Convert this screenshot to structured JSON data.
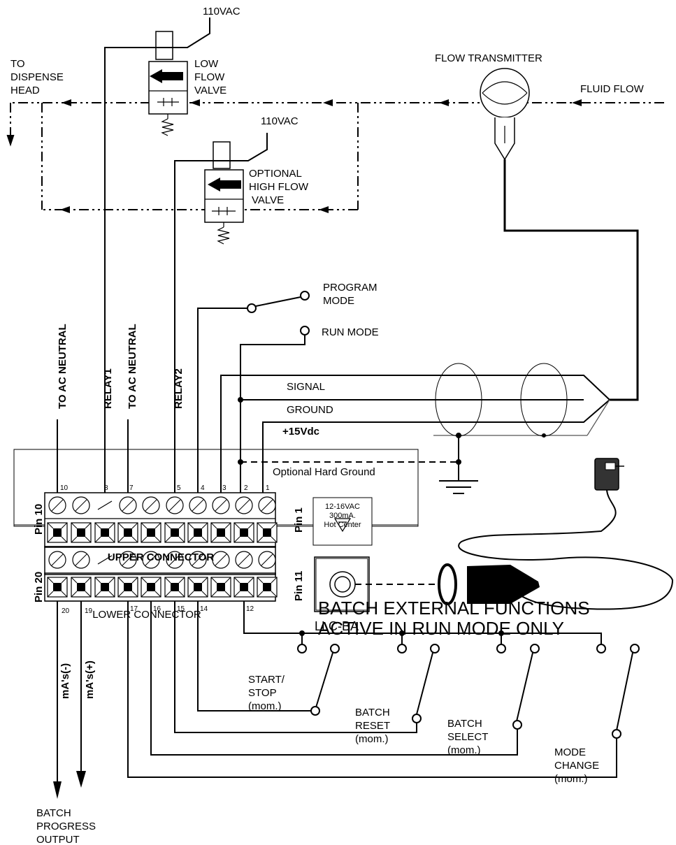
{
  "supply": {
    "top": "110VAC",
    "mid": "110VAC"
  },
  "dispense": {
    "l1": "TO",
    "l2": "DISPENSE",
    "l3": "HEAD"
  },
  "low_valve": {
    "l1": "LOW",
    "l2": "FLOW",
    "l3": "VALVE"
  },
  "high_valve": {
    "l1": "OPTIONAL",
    "l2": "HIGH FLOW",
    "l3": "VALVE"
  },
  "flow_transmitter": "FLOW TRANSMITTER",
  "fluid_flow": "FLUID FLOW",
  "program_mode": {
    "l1": "PROGRAM",
    "l2": "MODE"
  },
  "run_mode": "RUN MODE",
  "vertical_labels": {
    "neutral_a": "TO AC NEUTRAL",
    "relay1": "RELAY1",
    "neutral_b": "TO AC NEUTRAL",
    "relay2": "RELAY2",
    "ma_minus": "mA's(-)",
    "ma_plus": "mA's(+)"
  },
  "cable": {
    "signal": "SIGNAL",
    "ground": "GROUND",
    "power": "+15Vdc"
  },
  "optional_ground": "Optional  Hard Ground",
  "upper_pins": [
    "10",
    "8",
    "7",
    "5",
    "4",
    "3",
    "2",
    "1"
  ],
  "lower_pins": [
    "20",
    "19",
    "17",
    "16",
    "15",
    "14",
    "12"
  ],
  "pin_labels": {
    "p10": "Pin 10",
    "p1": "Pin 1",
    "p20": "Pin 20",
    "p11": "Pin 11"
  },
  "upper_connector": "UPPER CONNECTOR",
  "lower_connector": "LOWER CONNECTOR",
  "power_spec": {
    "l1": "12-16VAC",
    "l2": "300mA.",
    "l3": "Hot Center"
  },
  "model": "LLC-BA",
  "batch_heading": {
    "l1": "BATCH EXTERNAL FUNCTIONS",
    "l2": "ACTIVE IN RUN MODE ONLY"
  },
  "switches": {
    "start_stop": {
      "l1": "START/",
      "l2": "STOP",
      "l3": "(mom.)"
    },
    "batch_reset": {
      "l1": "BATCH",
      "l2": "RESET",
      "l3": "(mom.)"
    },
    "batch_select": {
      "l1": "BATCH",
      "l2": "SELECT",
      "l3": "(mom.)"
    },
    "mode_change": {
      "l1": "MODE",
      "l2": "CHANGE",
      "l3": "(mom.)"
    }
  },
  "batch_output": {
    "l1": "BATCH",
    "l2": "PROGRESS",
    "l3": "OUTPUT"
  }
}
